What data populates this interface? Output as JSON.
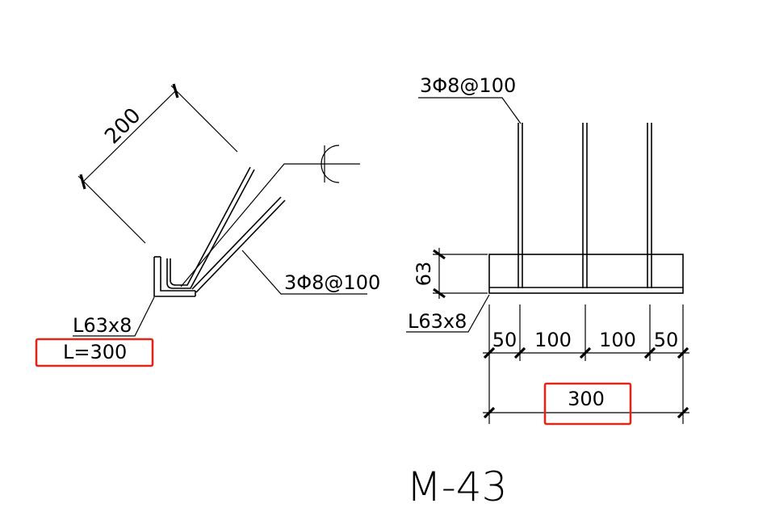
{
  "drawing": {
    "title": "M-43",
    "left_view": {
      "dim_200": "200",
      "rebar_label": "3Φ8@100",
      "angle_label": "L63x8",
      "length_label": "L=300"
    },
    "right_view": {
      "rebar_label": "3Φ8@100",
      "angle_label": "L63x8",
      "dim_63": "63",
      "dim_50_left": "50",
      "dim_100_a": "100",
      "dim_100_b": "100",
      "dim_50_right": "50",
      "dim_total": "300"
    },
    "colors": {
      "line": "#000000",
      "highlight": "#e0261b",
      "background": "#ffffff"
    }
  }
}
